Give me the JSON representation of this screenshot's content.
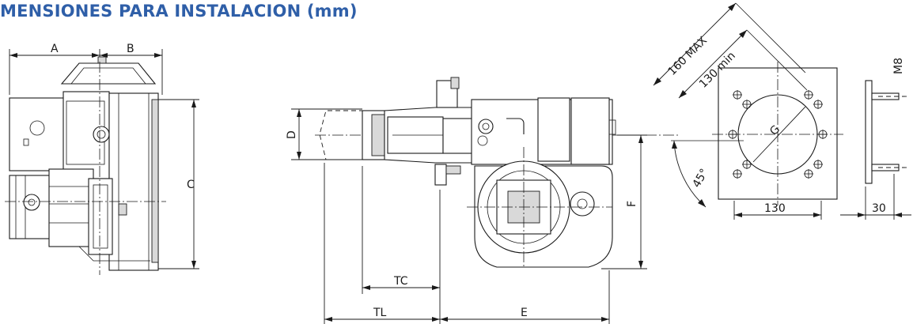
{
  "title": "MENSIONES PARA INSTALACION (mm)",
  "dimensions": {
    "A": "A",
    "B": "B",
    "C": "C",
    "D": "D",
    "E": "E",
    "F": "F",
    "TC": "TC",
    "TL": "TL",
    "G": "G",
    "max160": "160 MAX",
    "min130": "130 min",
    "angle45": "45°",
    "w130": "130",
    "w30": "30",
    "m8": "M8"
  }
}
